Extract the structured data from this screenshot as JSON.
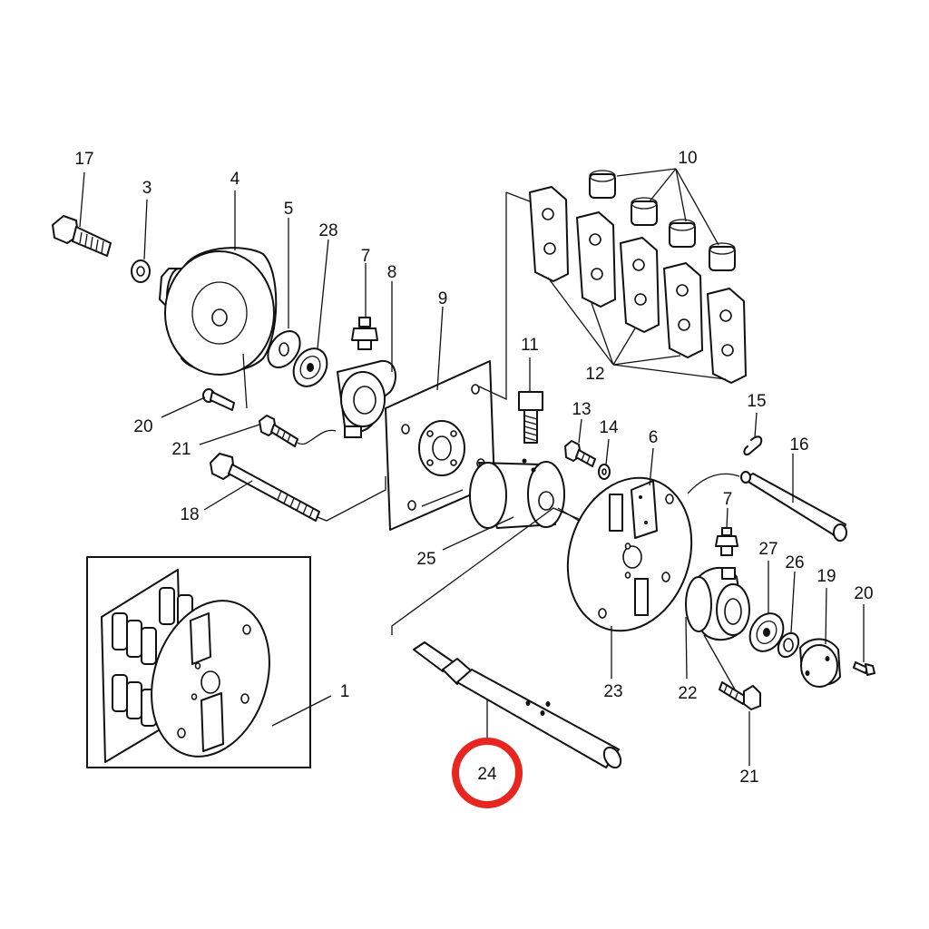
{
  "labels": {
    "l17": "17",
    "l3": "3",
    "l4": "4",
    "l5": "5",
    "l28": "28",
    "l7a": "7",
    "l8": "8",
    "l9": "9",
    "l10": "10",
    "l11": "11",
    "l12": "12",
    "l13": "13",
    "l14": "14",
    "l6": "6",
    "l15": "15",
    "l16": "16",
    "l7b": "7",
    "l27": "27",
    "l26": "26",
    "l19": "19",
    "l20a": "20",
    "l20b": "20",
    "l21a": "21",
    "l21b": "21",
    "l18": "18",
    "l25": "25",
    "l1": "1",
    "l23": "23",
    "l22": "22",
    "l24": "24"
  },
  "highlight": {
    "part": "24",
    "color": "#e8261f"
  }
}
